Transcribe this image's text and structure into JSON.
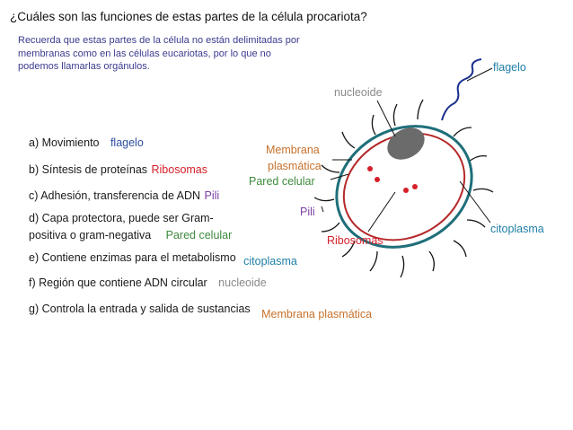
{
  "title": "¿Cuáles son las funciones de estas partes de la célula procariota?",
  "note": "Recuerda que estas partes de la célula no están delimitadas por membranas como en las células eucariotas, por lo que no podemos llamarlas orgánulos.",
  "questions": [
    {
      "q": "a) Movimiento",
      "a": "flagelo"
    },
    {
      "q": "b) Síntesis de proteínas",
      "a": "Ribosomas"
    },
    {
      "q": "c) Adhesión, transferencia de ADN",
      "a": "Pili"
    },
    {
      "q1": "d) Capa protectora, puede ser Gram-",
      "q2": "positiva o gram-negativa",
      "a": "Pared celular"
    },
    {
      "q": "e) Contiene enzimas para el metabolismo",
      "a": "citoplasma"
    },
    {
      "q": "f) Región que contiene ADN circular",
      "a": "nucleoide"
    },
    {
      "q": "g) Controla la entrada y salida de sustancias",
      "a": "Membrana plasmática"
    }
  ],
  "diagram_labels": {
    "flagelo": "flagelo",
    "nucleoide": "nucleoide",
    "membrana1": "Membrana",
    "membrana2": "plasmática",
    "pared": "Pared celular",
    "pili": "Pili",
    "ribosomas": "Ribosomas",
    "citoplasma": "citoplasma"
  }
}
